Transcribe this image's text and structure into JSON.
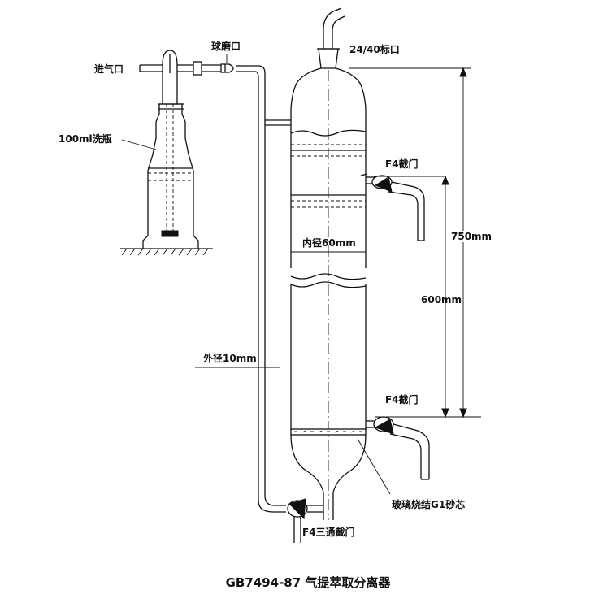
{
  "labels": {
    "inlet": "进气口",
    "ground_joint": "球磨口",
    "wash_bottle": "100ml洗瓶",
    "top_joint": "24/40标口",
    "stopcock_upper": "F4截门",
    "stopcock_lower": "F4截门",
    "inner_diameter": "内径60mm",
    "outer_diameter": "外径10mm",
    "dim_750": "750mm",
    "dim_600": "600mm",
    "frit": "玻璃烧结G1砂芯",
    "three_way": "F4三通截门"
  },
  "caption": "GB7494-87 气提萃取分离器"
}
